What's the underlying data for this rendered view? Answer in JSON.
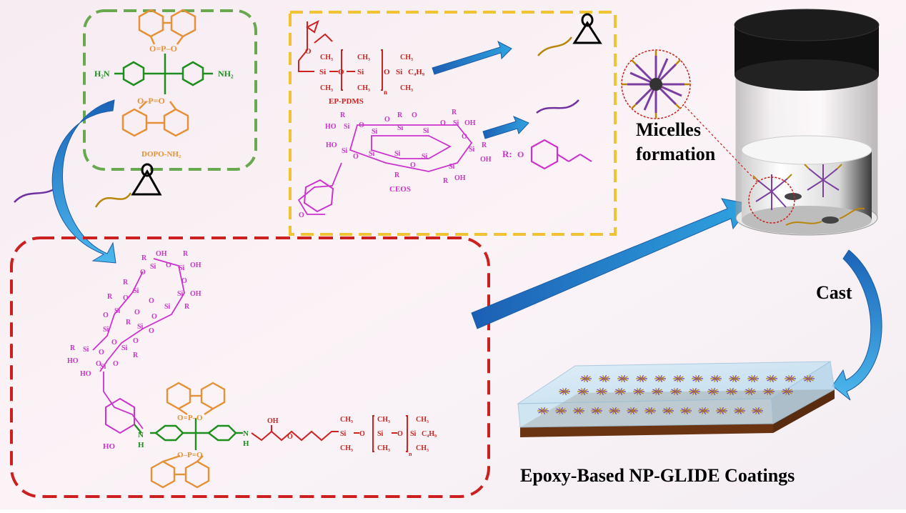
{
  "labels": {
    "dopo_nh2": "DOPO-NH₂",
    "ep_pdms": "EP-PDMS",
    "ceos": "CEOS",
    "r_group": "R:",
    "micelles_line1": "Micelles",
    "micelles_line2": "formation",
    "cast": "Cast",
    "coatings": "Epoxy-Based NP-GLIDE Coatings"
  },
  "chem_text": {
    "h2n": "H₂N",
    "nh2": "NH₂",
    "ch3": "CH₃",
    "ch3_no_sub": "CH3",
    "c4h9": "C₄H₉",
    "si": "Si",
    "o": "O",
    "r": "R",
    "oh": "OH",
    "ho": "HO",
    "n_sub": "n",
    "p_o_top": "O=P–O",
    "p_o_bot": "O–P=O",
    "nh": "N",
    "h": "H"
  },
  "colors": {
    "dopo_box": "#6aa84f",
    "cs_box": "#f1c232",
    "product_box": "#cc2020",
    "orange_struct": "#e69138",
    "green_struct": "#1e8e1e",
    "red_struct": "#cc2222",
    "magenta_struct": "#cc33cc",
    "arrow_blue": "#2a8ad4",
    "jar_lid": "#111111",
    "coating_board": "#7b3f17"
  }
}
